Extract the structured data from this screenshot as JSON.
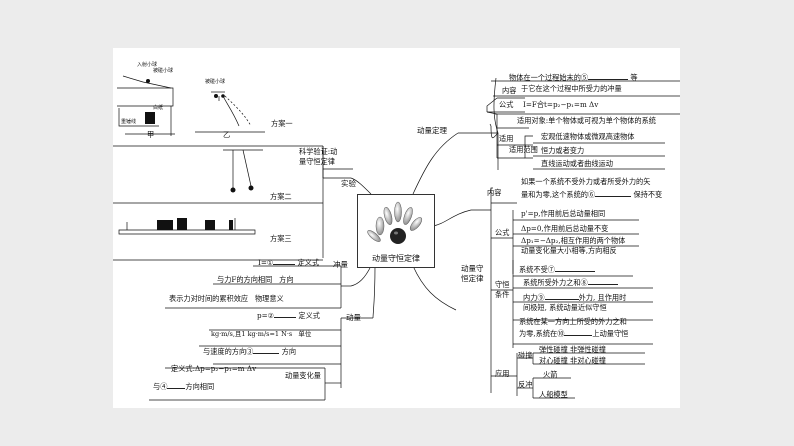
{
  "center": {
    "title": "动量守恒定律"
  },
  "experiment": {
    "branch_label": "实验",
    "verify_label_1": "科学验证:动",
    "verify_label_2": "量守恒定律",
    "plan1": "方案一",
    "plan2": "方案二",
    "plan3": "方案三",
    "fig1": {
      "lbl_incident": "入射小球",
      "lbl_hit": "被碰小球",
      "lbl_plumb": "重锤线",
      "lbl_paper": "白纸",
      "lbl_jia": "甲",
      "lbl_yi": "乙"
    }
  },
  "impulse": {
    "branch_label": "冲量",
    "def_a": "I=①",
    "def_b": "定义式",
    "dir_a": "与力F的方向相同",
    "dir_b": "方向",
    "meaning_a": "表示力对时间的累积效应",
    "meaning_b": "物理意义"
  },
  "momentum": {
    "branch_label": "动量",
    "def_a": "p=②",
    "def_b": "定义式",
    "unit_a": "kg·m/s,且1 kg·m/s=1 N·s",
    "unit_b": "单位",
    "dir_a": "与速度的方向③",
    "dir_b": "方向",
    "change": "动量变化量",
    "change_def": "定义式:Δp=p₂−p₁=m Δv",
    "change_dir_a": "与④",
    "change_dir_b": "方向相同"
  },
  "theorem": {
    "branch_label": "动量定理",
    "content_label": "内容",
    "content_1a": "物体在一个过程始末的⑤",
    "content_1b": "等",
    "content_2": "于它在这个过程中所受力的冲量",
    "formula_label": "公式",
    "formula": "I=F合t=p₂−p₁=m Δv",
    "apply_label": "适用",
    "object": "适用对象:单个物体或可视为单个物体的系统",
    "range_label": "适用范围",
    "range_1": "宏观低速物体或微观高速物体",
    "range_2": "恒力或者变力",
    "range_3": "直线运动或者曲线运动"
  },
  "conservation": {
    "branch_label_1": "动量守",
    "branch_label_2": "恒定律",
    "content_label": "内容",
    "content_1": "如果一个系统不受外力或者所受外力的矢",
    "content_2a": "量和为零,这个系统的⑥",
    "content_2b": "保持不变",
    "formula_label": "公式",
    "f1": "p'=p,作用前后总动量相同",
    "f2": "Δp=0,作用前后总动量不变",
    "f3a": "Δp₁=−Δp₂,相互作用的两个物体",
    "f3b": "动量变化量大小相等,方向相反",
    "cond_label_1": "守恒",
    "cond_label_2": "条件",
    "c1": "系统不受⑦",
    "c2": "系统所受外力之和⑧",
    "c3a": "内力⑨",
    "c3b": "外力, 且作用时",
    "c3c": "间极短, 系统动量近似守恒",
    "c4a": "系统在某一方向上所受的外力之和",
    "c4b": "为零,系统在⑩",
    "c4c": "上动量守恒",
    "app_label": "应用",
    "collision_label": "碰撞",
    "col_1": "弹性碰撞  非弹性碰撞",
    "col_2": "对心碰撞  非对心碰撞",
    "recoil_label": "反冲",
    "rec_1": "火箭",
    "rec_2": "人船模型"
  }
}
